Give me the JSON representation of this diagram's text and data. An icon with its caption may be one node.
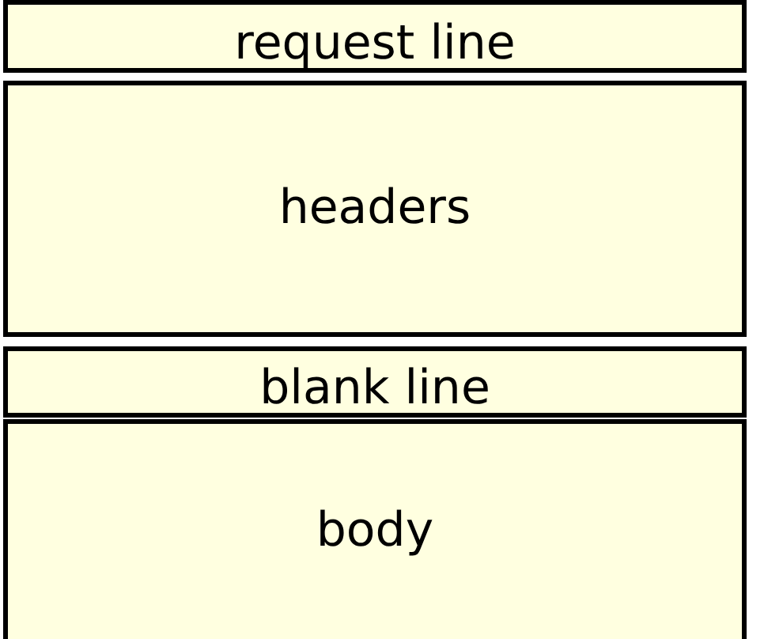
{
  "diagram": {
    "nodes": [
      {
        "text": [
          "request line"
        ]
      },
      {
        "text": [
          "headers"
        ]
      },
      {
        "text": [
          "blank line"
        ]
      },
      {
        "text": [
          "body"
        ]
      }
    ]
  }
}
